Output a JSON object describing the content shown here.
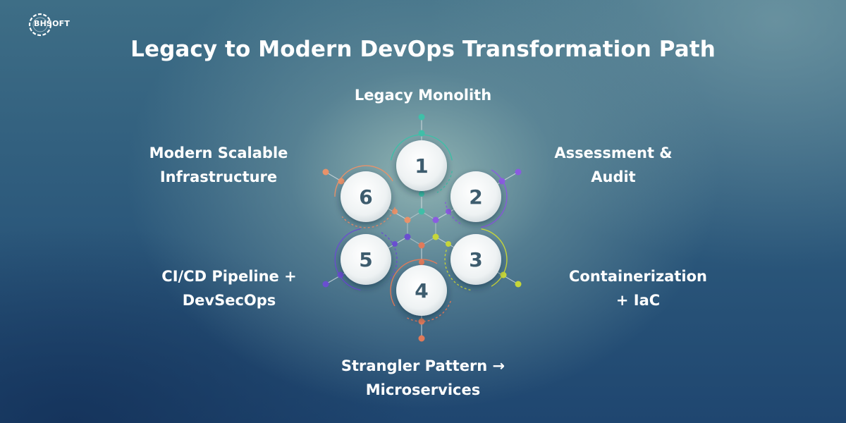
{
  "brand": {
    "name": "BHSOFT"
  },
  "title": "Legacy to Modern DevOps Transformation Path",
  "steps": [
    {
      "number": "1",
      "label": [
        "Legacy Monolith"
      ],
      "accent": "#3fbfa8"
    },
    {
      "number": "2",
      "label": [
        "Assessment &",
        "Audit"
      ],
      "accent": "#8a5ce0"
    },
    {
      "number": "3",
      "label": [
        "Containerization",
        "+ IaC"
      ],
      "accent": "#c6d63a"
    },
    {
      "number": "4",
      "label": [
        "Strangler Pattern →",
        "Microservices"
      ],
      "accent": "#e07a5a"
    },
    {
      "number": "5",
      "label": [
        "CI/CD Pipeline +",
        "DevSecOps"
      ],
      "accent": "#6a4fd0"
    },
    {
      "number": "6",
      "label": [
        "Modern Scalable",
        "Infrastructure"
      ],
      "accent": "#e8926a"
    }
  ]
}
